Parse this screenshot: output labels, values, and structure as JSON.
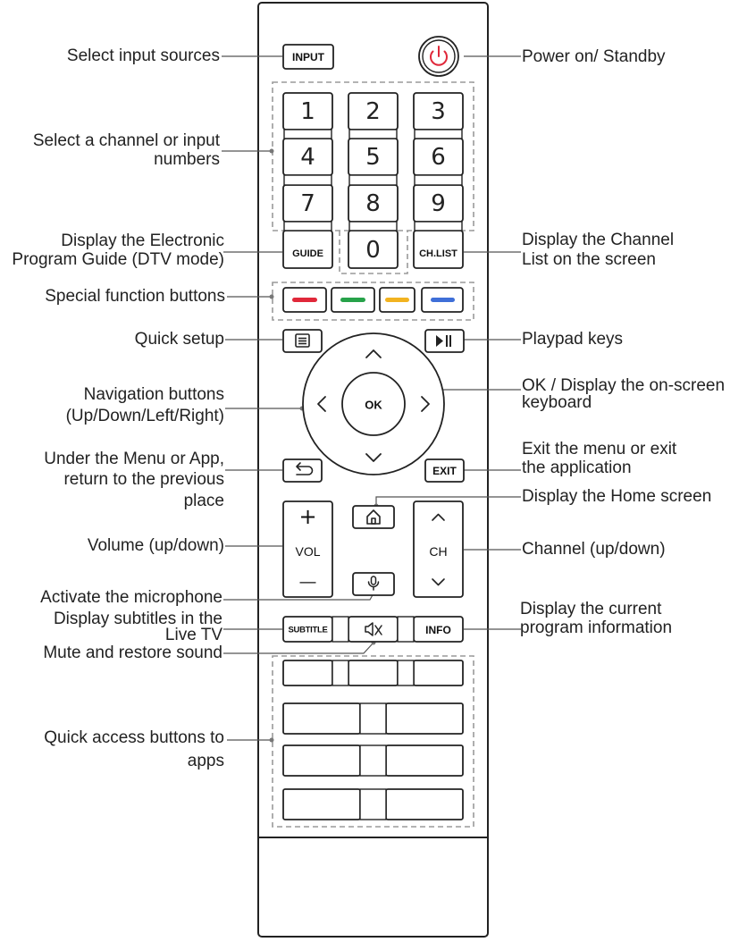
{
  "left_labels": {
    "input_sources": "Select input sources",
    "channel_line1": "Select a channel or input",
    "channel_line2": "numbers",
    "epg_line1": "Display the Electronic",
    "epg_line2": "Program Guide (DTV mode)",
    "special": "Special function buttons",
    "quick_setup": "Quick setup",
    "nav_line1": "Navigation buttons",
    "nav_line2": "(Up/Down/Left/Right)",
    "back_line1": "Under the Menu or App,",
    "back_line2": "return to the previous",
    "back_line3": "place",
    "volume": "Volume (up/down)",
    "mic": "Activate the microphone",
    "subtitle_line1": "Display subtitles in the",
    "subtitle_line2": "Live TV",
    "mute": "Mute and restore sound",
    "apps_line1": "Quick access buttons to",
    "apps_line2": "apps"
  },
  "right_labels": {
    "power": "Power on/ Standby",
    "chlist_line1": "Display the Channel",
    "chlist_line2": "List on the screen",
    "playpad": "Playpad keys",
    "ok_line1": "OK / Display the on-screen",
    "ok_line2": "keyboard",
    "exit_line1": "Exit the menu or exit",
    "exit_line2": "the application",
    "home": "Display the Home screen",
    "channel": "Channel (up/down)",
    "info_line1": "Display the current",
    "info_line2": "program information"
  },
  "buttons": {
    "input": "INPUT",
    "guide": "GUIDE",
    "chlist": "CH.LIST",
    "ok": "OK",
    "exit": "EXIT",
    "vol": "VOL",
    "ch": "CH",
    "subtitle": "SUBTITLE",
    "info": "INFO",
    "vol_plus": "+",
    "vol_minus": "—",
    "digits": [
      "1",
      "2",
      "3",
      "4",
      "5",
      "6",
      "7",
      "8",
      "9",
      "0"
    ]
  },
  "colors": {
    "red": "#e0283a",
    "green": "#27a24a",
    "yellow": "#f2b320",
    "blue": "#3f6fd8",
    "power_red": "#e0283a",
    "outline": "#222222",
    "dashed": "#9a9a9a"
  },
  "icons": {
    "power": "power-icon",
    "menu": "menu-icon",
    "playpause": "play-pause-icon",
    "back": "back-arrow-icon",
    "home": "home-icon",
    "mic": "microphone-icon",
    "mute": "mute-icon",
    "up": "chevron-up-icon",
    "down": "chevron-down-icon",
    "left": "chevron-left-icon",
    "right": "chevron-right-icon"
  }
}
